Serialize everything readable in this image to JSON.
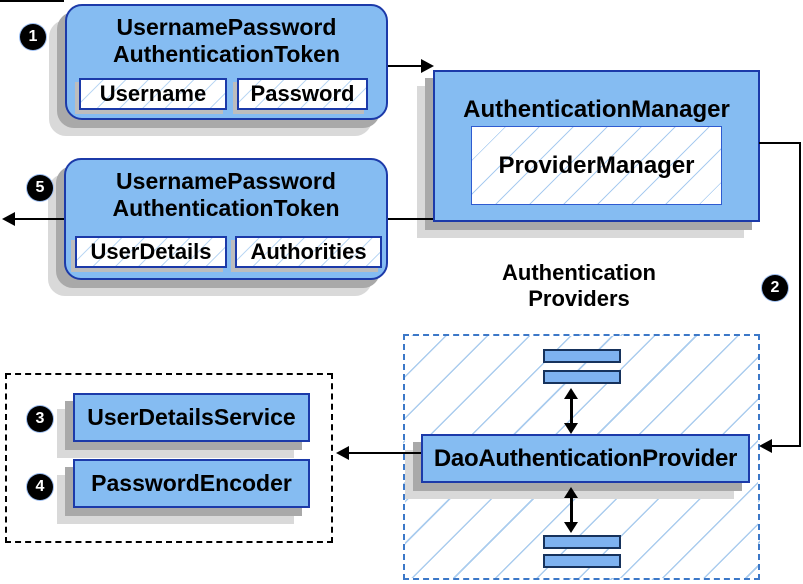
{
  "steps": {
    "one": "1",
    "two": "2",
    "three": "3",
    "four": "4",
    "five": "5"
  },
  "request_token": {
    "title_line1": "UsernamePassword",
    "title_line2": "AuthenticationToken",
    "fields": [
      "Username",
      "Password"
    ]
  },
  "authentication_manager": {
    "title": "AuthenticationManager",
    "inner": "ProviderManager"
  },
  "result_token": {
    "title_line1": "UsernamePassword",
    "title_line2": "AuthenticationToken",
    "fields": [
      "UserDetails",
      "Authorities"
    ]
  },
  "authentication_providers": {
    "label_line1": "Authentication",
    "label_line2": "Providers",
    "dao_provider": "DaoAuthenticationProvider"
  },
  "credential_services": {
    "items": [
      "UserDetailsService",
      "PasswordEncoder"
    ]
  },
  "colors": {
    "box_fill": "#85bcf2",
    "box_border": "#1c3aa9",
    "bar_fill": "#7eb2f0",
    "bar_border": "#16325c",
    "hatch_line": "#a9ccf0",
    "dashed_zone_border": "#3c78c8",
    "shadow_dark": "#a9a9a9",
    "shadow_light": "#d9d9d9",
    "connector": "#000000",
    "badge_fill": "#000000",
    "badge_text": "#ffffff"
  }
}
